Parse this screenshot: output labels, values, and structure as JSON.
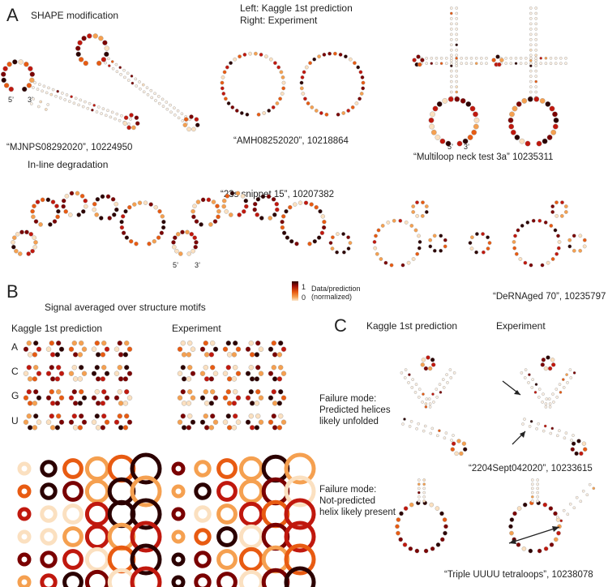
{
  "panels": {
    "a": "A",
    "b": "B",
    "c": "C"
  },
  "panel_a": {
    "shape_title": "SHAPE modification",
    "left_right_1": "Left: Kaggle 1st prediction",
    "left_right_2": "Right: Experiment",
    "label_1": "“MJNPS08292020”, 10224950",
    "label_2": "“AMH08252020”, 10218864",
    "label_3": "“Multiloop neck test 3a” 10235311",
    "inline_title": "In-line degradation",
    "label_4": "“23s snippet 15”, 10207382",
    "label_5": "“DeRNAged 70”, 10235797"
  },
  "colorbar": {
    "max": "1",
    "min": "0",
    "label_1": "Data/prediction",
    "label_2": "(normalized)",
    "colors": [
      "#2b0000",
      "#7a0000",
      "#c0180e",
      "#e85b12",
      "#f5a050",
      "#fbe0c0"
    ]
  },
  "panel_b": {
    "title": "Signal averaged over structure motifs",
    "left_header": "Kaggle 1st prediction",
    "right_header": "Experiment",
    "row_letters": [
      "A",
      "C",
      "G",
      "U"
    ]
  },
  "panel_c": {
    "left_header": "Kaggle 1st prediction",
    "right_header": "Experiment",
    "failure_1": [
      "Failure mode:",
      "Predicted helices",
      "likely unfolded"
    ],
    "label_1": "“2204Sept042020”, 10233615",
    "failure_2": [
      "Failure mode:",
      "Not-predicted",
      "helix likely present"
    ],
    "label_2": "“Triple UUUU tetraloops”, 10238078"
  },
  "end_labels": {
    "five": "5’",
    "three": "3’"
  }
}
